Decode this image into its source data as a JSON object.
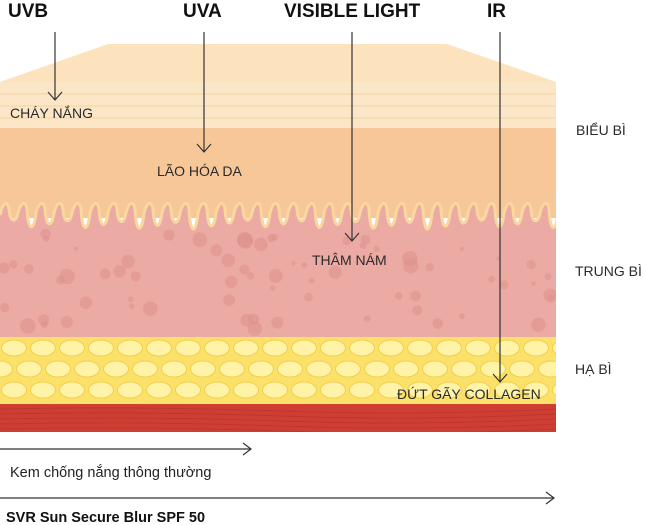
{
  "rays": [
    {
      "label": "UVB",
      "effect": "CHÁY NẮNG"
    },
    {
      "label": "UVA",
      "effect": "LÃO HÓA DA"
    },
    {
      "label": "VISIBLE LIGHT",
      "effect": "THÂM NÁM"
    },
    {
      "label": "IR",
      "effect": "ĐỨT GÃY COLLAGEN"
    }
  ],
  "layers": {
    "epidermis": "BIỂU BÌ",
    "dermis": "TRUNG BÌ",
    "hypodermis": "HẠ BÌ"
  },
  "comparison": {
    "regular": "Kem chống nắng thông thường",
    "product": "SVR Sun Secure Blur SPF 50"
  },
  "colors": {
    "top_surface": "#fde3bd",
    "epidermis_top": "#fbe6c8",
    "epidermis_main": "#f7c798",
    "dermis": "#ebaaa3",
    "dermis_dots": "#de8f8e",
    "fat": "#fbe16a",
    "fat_cells": "#fff3a8",
    "muscle": "#cf3e33"
  }
}
